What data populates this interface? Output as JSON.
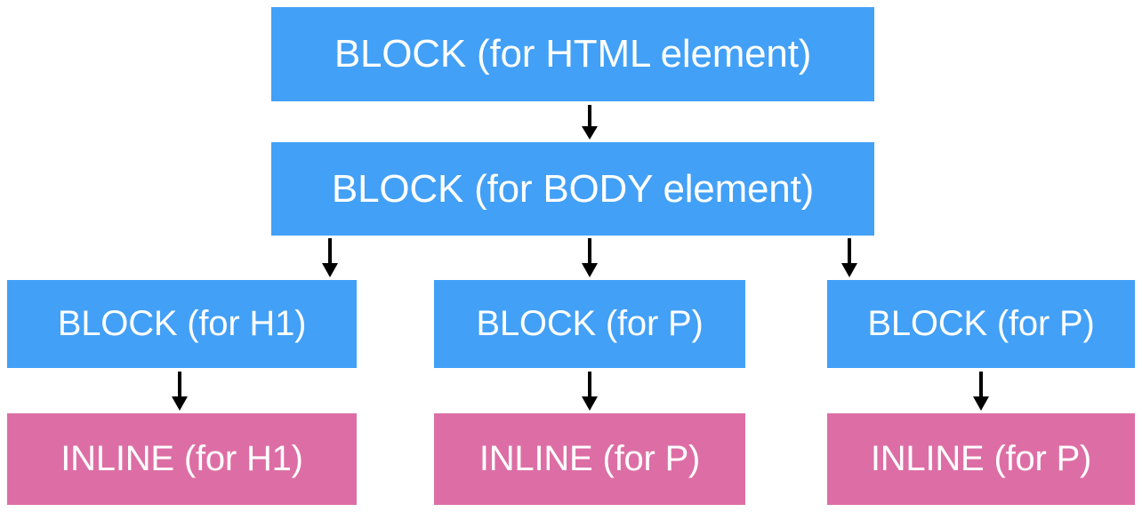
{
  "diagram": {
    "type": "render-tree",
    "title": "Render tree node hierarchy",
    "colors": {
      "block_node": "#42a0f7",
      "inline_node": "#dd6ea5",
      "arrow": "#000000",
      "node_text": "#ffffff",
      "background": "#ffffff"
    },
    "nodes": [
      {
        "id": "html",
        "label": "BLOCK (for HTML element)",
        "kind": "BLOCK",
        "row": 1
      },
      {
        "id": "body",
        "label": "BLOCK (for BODY element)",
        "kind": "BLOCK",
        "row": 2
      },
      {
        "id": "block_h1",
        "label": "BLOCK (for H1)",
        "kind": "BLOCK",
        "row": 3
      },
      {
        "id": "block_p1",
        "label": "BLOCK (for P)",
        "kind": "BLOCK",
        "row": 3
      },
      {
        "id": "block_p2",
        "label": "BLOCK (for P)",
        "kind": "BLOCK",
        "row": 3
      },
      {
        "id": "inline_h1",
        "label": "INLINE (for H1)",
        "kind": "INLINE",
        "row": 4
      },
      {
        "id": "inline_p1",
        "label": "INLINE (for P)",
        "kind": "INLINE",
        "row": 4
      },
      {
        "id": "inline_p2",
        "label": "INLINE (for P)",
        "kind": "INLINE",
        "row": 4
      }
    ],
    "edges": [
      {
        "from": "html",
        "to": "body",
        "marker": "arrow-down"
      },
      {
        "from": "body",
        "to": "block_h1",
        "marker": "arrow-down"
      },
      {
        "from": "body",
        "to": "block_p1",
        "marker": "arrow-down"
      },
      {
        "from": "body",
        "to": "block_p2",
        "marker": "arrow-down"
      },
      {
        "from": "block_h1",
        "to": "inline_h1",
        "marker": "arrow-down"
      },
      {
        "from": "block_p1",
        "to": "inline_p1",
        "marker": "arrow-down"
      },
      {
        "from": "block_p2",
        "to": "inline_p2",
        "marker": "arrow-down"
      }
    ]
  }
}
